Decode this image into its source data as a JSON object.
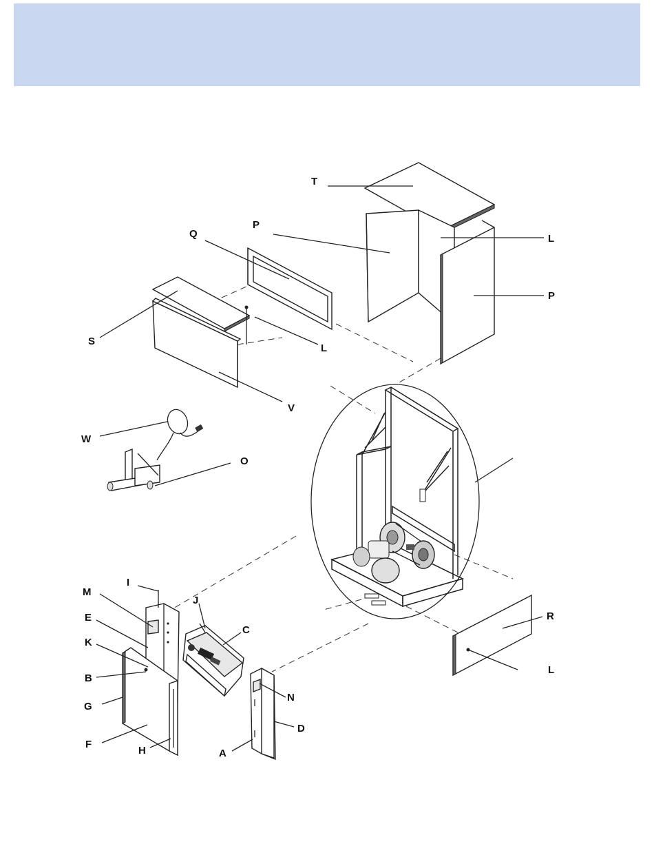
{
  "banner": {
    "color": "#c8d7ef"
  },
  "labels": {
    "T": "T",
    "P_top": "P",
    "L_top": "L",
    "P_right": "P",
    "Q": "Q",
    "S": "S",
    "L_mid": "L",
    "V": "V",
    "W": "W",
    "O": "O",
    "I": "I",
    "M": "M",
    "J": "J",
    "E": "E",
    "C": "C",
    "K": "K",
    "B": "B",
    "G": "G",
    "N": "N",
    "F": "F",
    "D": "D",
    "H": "H",
    "A": "A",
    "R": "R",
    "L_bottom": "L"
  }
}
